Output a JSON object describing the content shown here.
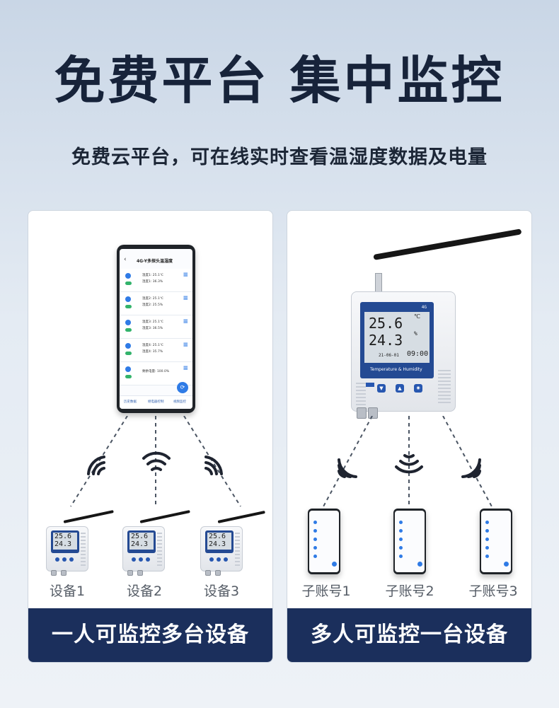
{
  "headline": "免费平台 集中监控",
  "subheadline": "免费云平台，可在线实时查看温湿度数据及电量",
  "left_panel": {
    "footer": "一人可监控多台设备",
    "phone": {
      "app_title": "4G-Y多探头温湿度",
      "rows": [
        {
          "line1": "温度1: 25.1℃",
          "line2": "湿度1: 36.3%"
        },
        {
          "line1": "温度2: 25.1℃",
          "line2": "湿度2: 25.5%"
        },
        {
          "line1": "温度3: 25.1℃",
          "line2": "湿度3: 36.5%"
        },
        {
          "line1": "温度4: 25.1℃",
          "line2": "湿度4: 35.7%"
        },
        {
          "line1": "剩余电量: 100.0%",
          "line2": ""
        }
      ],
      "tabs": [
        "历史数据",
        "继电器控制",
        "视频监控"
      ]
    },
    "devices": [
      {
        "label": "设备1",
        "temp": "25.6",
        "hum": "24.3"
      },
      {
        "label": "设备2",
        "temp": "25.6",
        "hum": "24.3"
      },
      {
        "label": "设备3",
        "temp": "25.6",
        "hum": "24.3"
      }
    ]
  },
  "right_panel": {
    "footer": "多人可监控一台设备",
    "device": {
      "temp": "25.6",
      "temp_unit": "℃",
      "hum": "24.3",
      "hum_unit": "%",
      "date": "21-06-01",
      "time": "09:00",
      "brand": "Temperature & Humidity",
      "signal": "4G"
    },
    "accounts": [
      {
        "label": "子账号1"
      },
      {
        "label": "子账号2"
      },
      {
        "label": "子账号3"
      }
    ]
  },
  "colors": {
    "footer_bg": "#1b2f5c",
    "accent_blue": "#2f7be6",
    "device_blue": "#244a93"
  }
}
